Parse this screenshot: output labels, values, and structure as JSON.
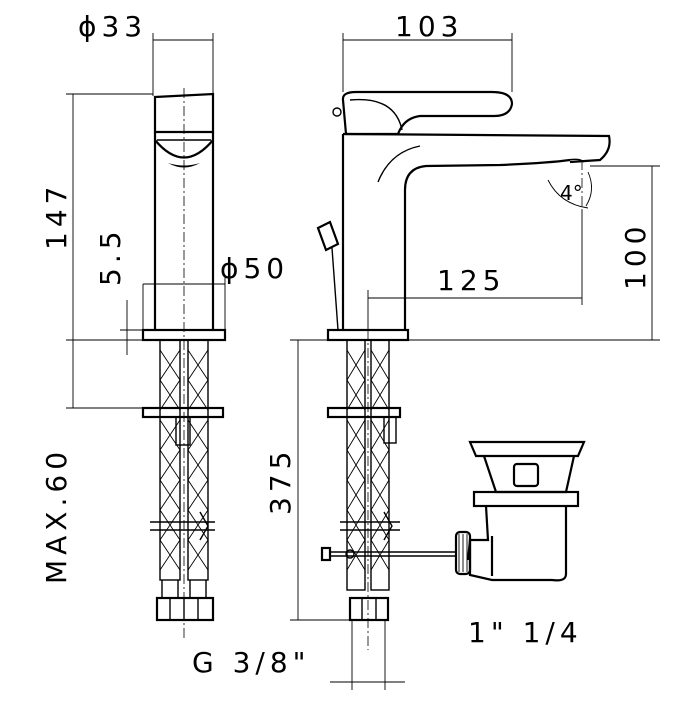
{
  "dimensions": {
    "d_top": "ϕ33",
    "width_top": "103",
    "height_total": "147",
    "gap": "5.5",
    "d_base": "ϕ50",
    "spout_reach": "125",
    "spout_height": "100",
    "angle": "4°",
    "hose_length": "375",
    "max_depth": "MAX.60",
    "waste": "1\" 1/4",
    "thread": "G 3/8\""
  }
}
